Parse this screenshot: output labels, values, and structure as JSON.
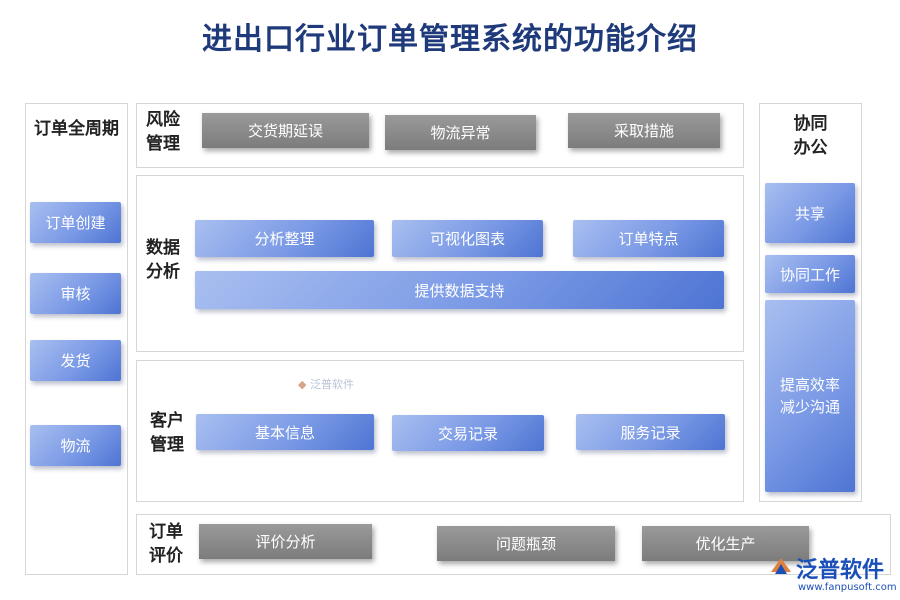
{
  "title": "进出口行业订单管理系统的功能介绍",
  "left": {
    "heading": "订单全周期",
    "items": [
      "订单创建",
      "审核",
      "发货",
      "物流"
    ]
  },
  "risk": {
    "label": "风险\n管理",
    "items": [
      "交货期延误",
      "物流异常",
      "采取措施"
    ]
  },
  "analysis": {
    "label": "数据\n分析",
    "items": [
      "分析整理",
      "可视化图表",
      "订单特点"
    ],
    "wide": "提供数据支持"
  },
  "customer": {
    "label": "客户\n管理",
    "items": [
      "基本信息",
      "交易记录",
      "服务记录"
    ]
  },
  "evaluation": {
    "label": "订单\n评价",
    "items": [
      "评价分析",
      "问题瓶颈",
      "优化生产"
    ]
  },
  "right": {
    "heading": "协同\n办公",
    "items": [
      "共享",
      "协同工作",
      "提高效率\n减少沟通"
    ]
  },
  "watermark": "泛普软件",
  "logo": {
    "name": "泛普软件",
    "url": "www.fanpusoft.com"
  },
  "colors": {
    "title": "#1f3a7a",
    "accent_blue": "#4e74d3",
    "gray_button": "#8a8a8a"
  }
}
